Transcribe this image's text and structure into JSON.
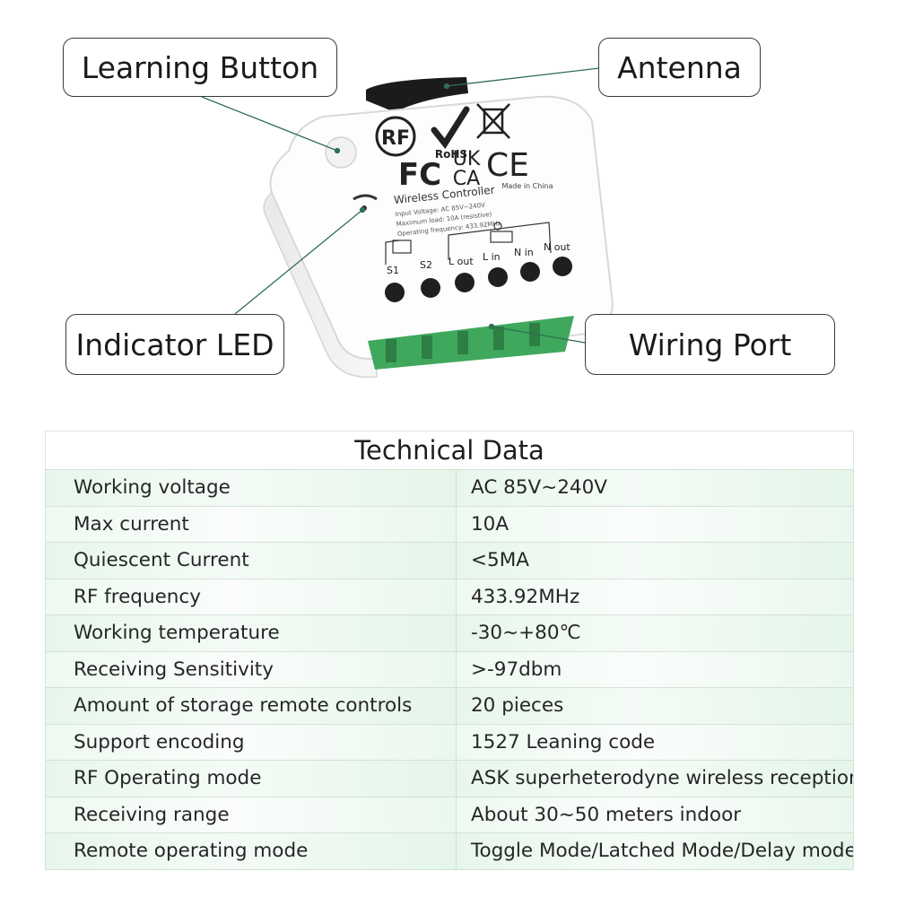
{
  "callouts": {
    "learning_button": "Learning Button",
    "antenna": "Antenna",
    "indicator_led": "Indicator LED",
    "wiring_port": "Wiring Port"
  },
  "device": {
    "rf_mark": "RF",
    "rohs": "RoHS",
    "fc": "FC",
    "ukca_top": "UK",
    "ukca_bottom": "CA",
    "ce": "CE",
    "made_in": "Made in China",
    "product_name": "Wireless Controller",
    "spec_line_1": "Input Voltage: AC 85V~240V",
    "spec_line_2": "Maximum load: 10A (resistive)",
    "spec_line_3": "Operating frequency: 433.92MHz",
    "terminals": [
      "S1",
      "S2",
      "L out",
      "L in",
      "N in",
      "N out"
    ]
  },
  "table": {
    "title": "Technical Data",
    "rows": [
      {
        "key": "Working voltage",
        "value": "AC 85V~240V"
      },
      {
        "key": "Max current",
        "value": "10A"
      },
      {
        "key": "Quiescent Current",
        "value": "<5MA"
      },
      {
        "key": "RF frequency",
        "value": "433.92MHz"
      },
      {
        "key": "Working temperature",
        "value": "-30~+80℃"
      },
      {
        "key": "Receiving Sensitivity",
        "value": ">-97dbm"
      },
      {
        "key": "Amount of storage remote controls",
        "value": "20 pieces"
      },
      {
        "key": "Support encoding",
        "value": "1527 Leaning code"
      },
      {
        "key": "RF Operating mode",
        "value": "ASK superheterodyne wireless reception"
      },
      {
        "key": "Receiving range",
        "value": "About 30~50 meters indoor"
      },
      {
        "key": "Remote operating mode",
        "value": "Toggle Mode/Latched Mode/Delay mode"
      }
    ]
  }
}
